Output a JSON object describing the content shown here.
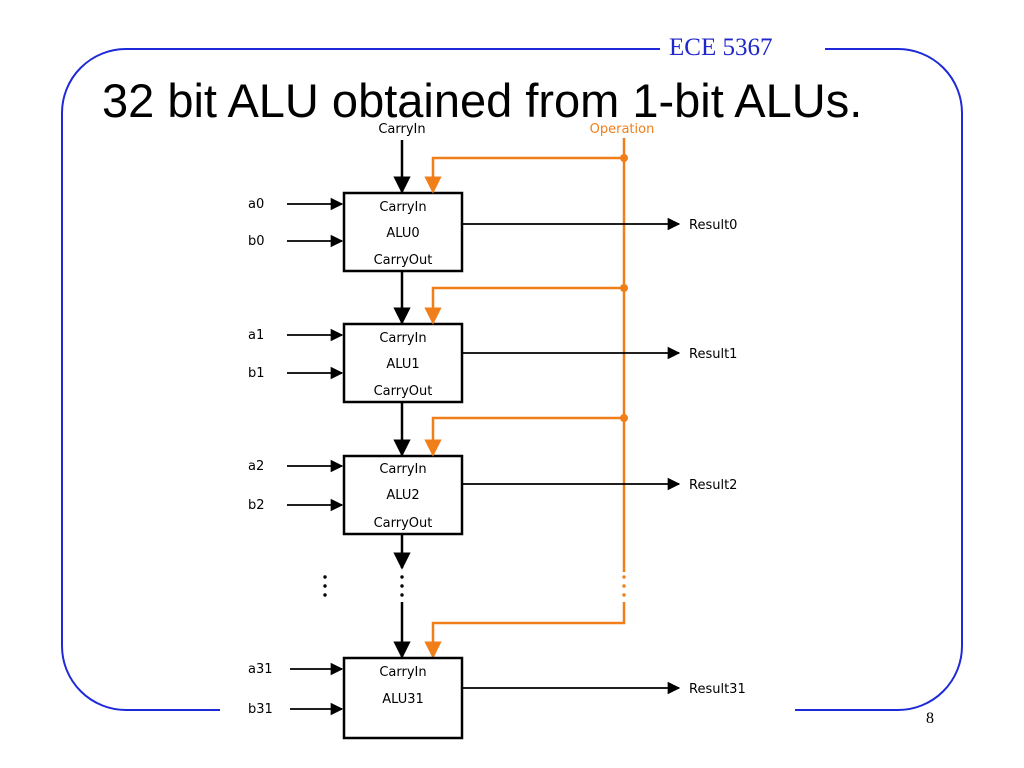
{
  "slide": {
    "course": "ECE 5367",
    "title": "32 bit ALU obtained from 1-bit ALUs.",
    "page_number": "8"
  },
  "diagram": {
    "carry_in_label": "CarryIn",
    "operation_label": "Operation",
    "alus": [
      {
        "name": "ALU0",
        "input_a": "a0",
        "input_b": "b0",
        "carry_in": "CarryIn",
        "carry_out": "CarryOut",
        "result": "Result0"
      },
      {
        "name": "ALU1",
        "input_a": "a1",
        "input_b": "b1",
        "carry_in": "CarryIn",
        "carry_out": "CarryOut",
        "result": "Result1"
      },
      {
        "name": "ALU2",
        "input_a": "a2",
        "input_b": "b2",
        "carry_in": "CarryIn",
        "carry_out": "CarryOut",
        "result": "Result2"
      },
      {
        "name": "ALU31",
        "input_a": "a31",
        "input_b": "b31",
        "carry_in": "CarryIn",
        "carry_out": "",
        "result": "Result31"
      }
    ],
    "colors": {
      "frame": "#1e2ad8",
      "course_text": "#2027c8",
      "operation": "#f07f1a",
      "wire": "#000000"
    }
  }
}
